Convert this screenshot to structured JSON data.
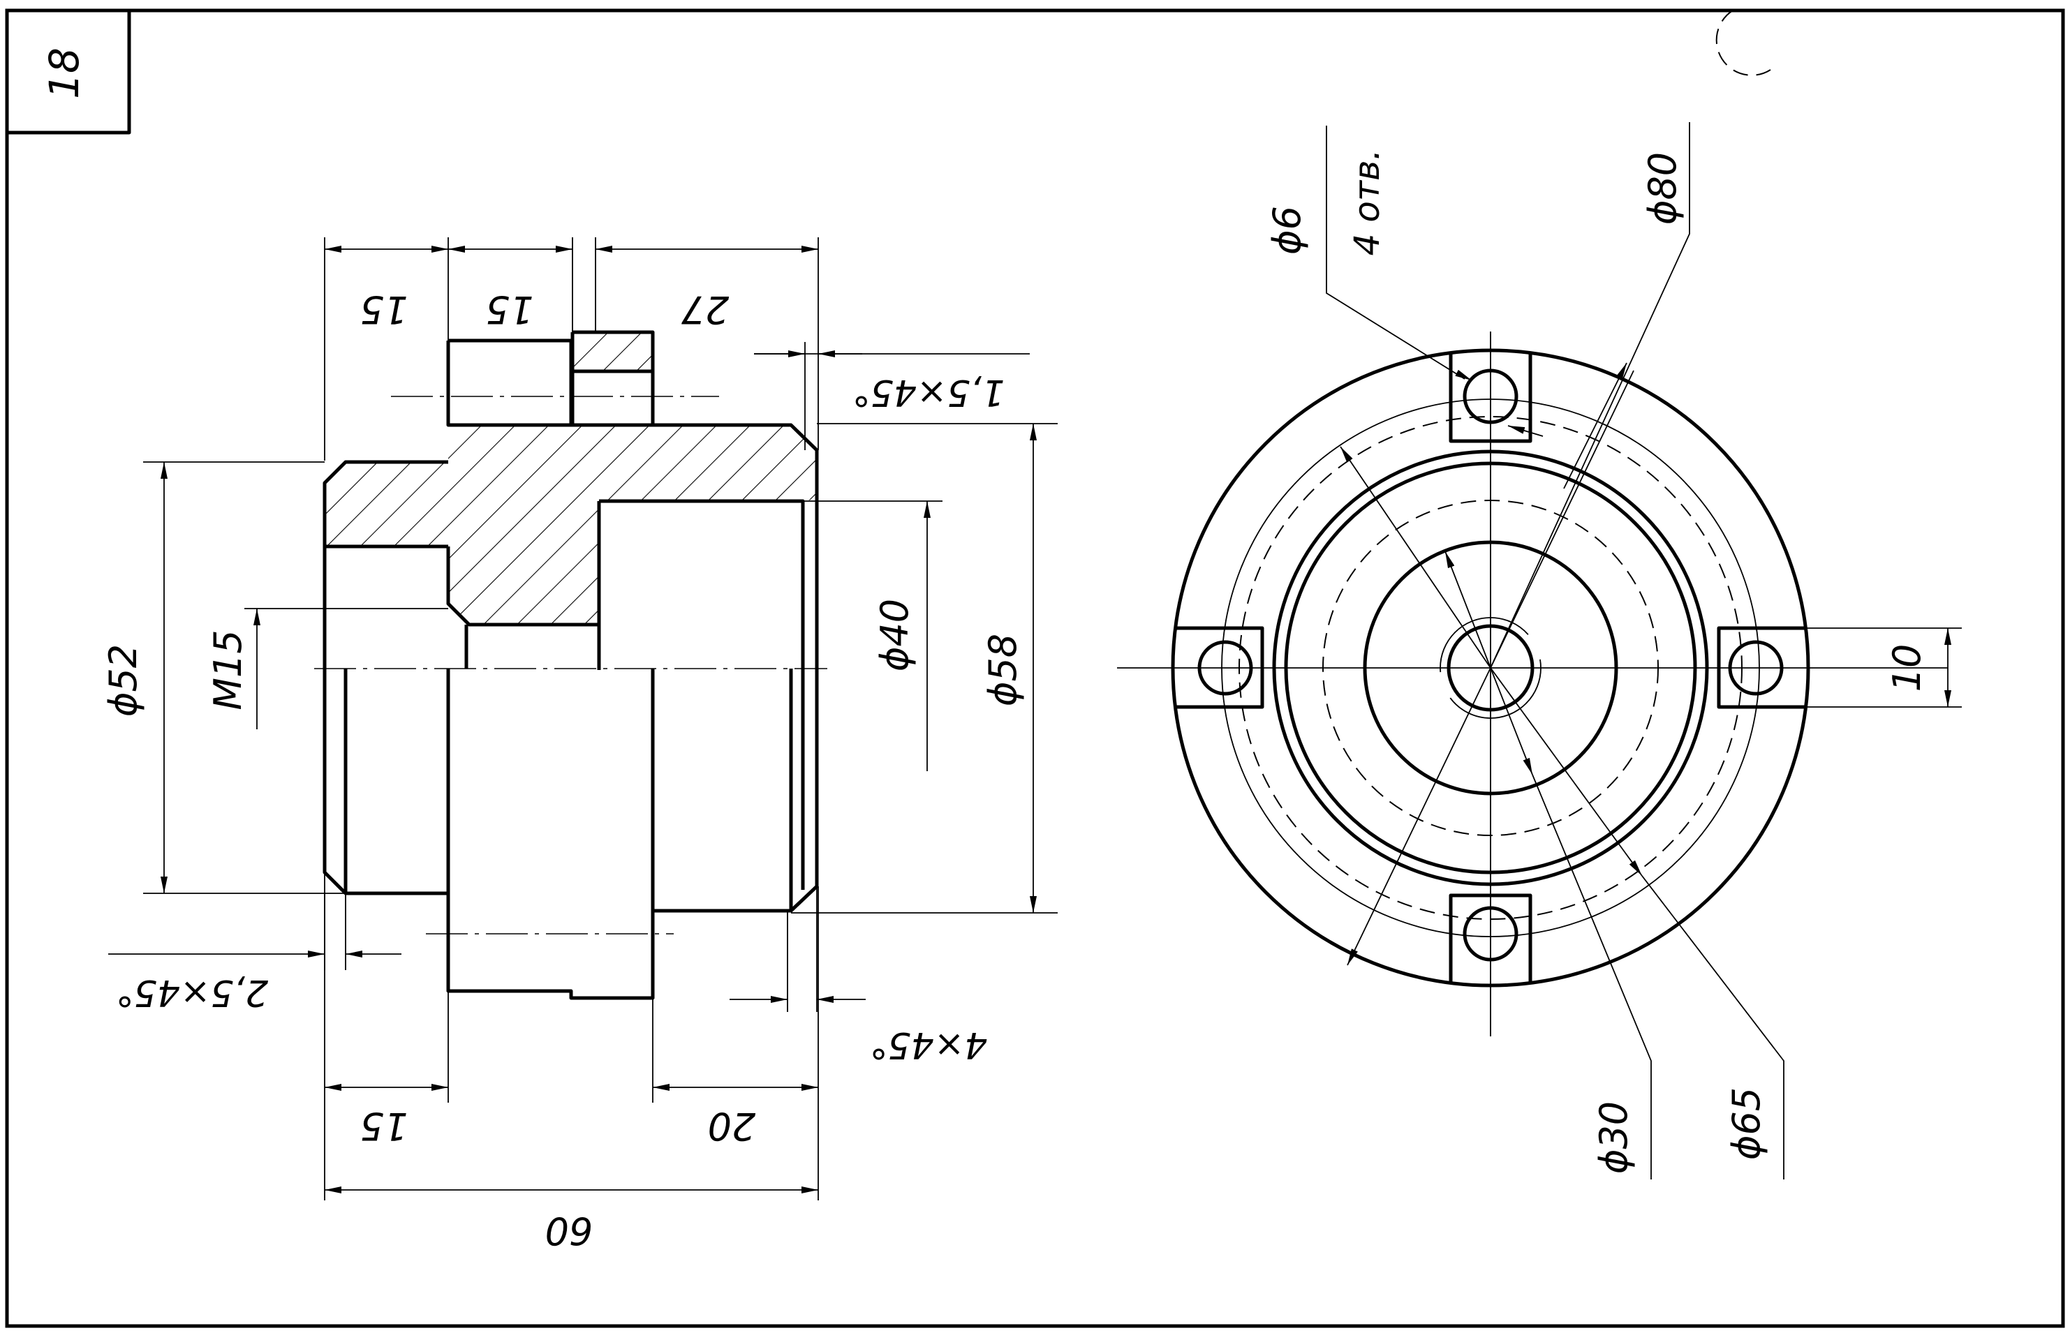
{
  "sheet": {
    "number": "18"
  },
  "side_view_dims": {
    "d15_top_left": "15",
    "d15_top_mid": "15",
    "d27": "27",
    "ch_1_5": "1,5×45°",
    "phi52": "ϕ52",
    "m15": "M15",
    "phi40": "ϕ40",
    "phi58": "ϕ58",
    "ch_2_5": "2,5×45°",
    "ch_4": "4×45°",
    "d15_bottom": "15",
    "d20": "20",
    "d60": "60"
  },
  "front_view_dims": {
    "phi6": "ϕ6",
    "holes": "4 отв.",
    "phi80": "ϕ80",
    "d10": "10",
    "phi30": "ϕ30",
    "phi65": "ϕ65"
  }
}
